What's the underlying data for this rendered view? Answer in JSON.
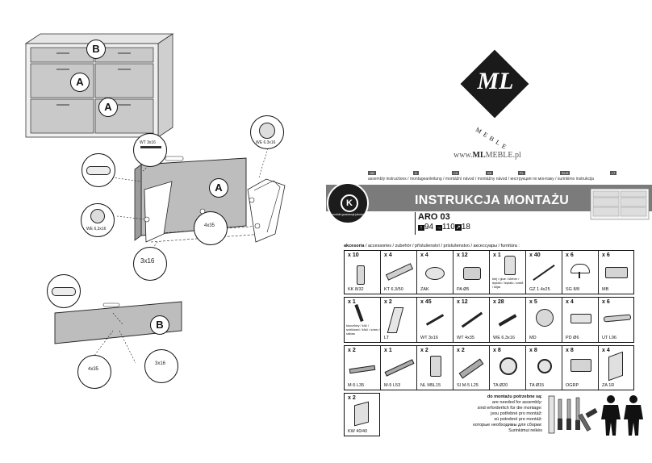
{
  "left": {
    "cabinet_labels": [
      "B",
      "A",
      "A"
    ],
    "panel_a_label": "A",
    "panel_b_label": "B",
    "screw_labels": {
      "wt3x16_top": "WT 3x16",
      "we63x16_top_right": "WE 6.3x16",
      "we63x16_left": "WE 6,3x16",
      "four_x35_mid": "4x35",
      "three_x16_mid": "3x16",
      "four_x35_bottom": "4x35",
      "three_x16_bottom": "3x16"
    }
  },
  "right": {
    "brand": {
      "logo_text": "ML",
      "meble_text": "MEBLE",
      "url_prefix": "www.",
      "url_bold": "ML",
      "url_suffix": "MEBLE.pl"
    },
    "languages": [
      "GB",
      "D",
      "CZ",
      "SK",
      "PL",
      "RUS",
      "LT"
    ],
    "language_line": "assembly instructions / montageanleitung / montážní návod / montážny návod / инструкция по монтажу / surinkimo instrukcija",
    "quality_badge": "produkt gwarancja jakości",
    "title": "INSTRUKCJA MONTAŻU",
    "model": "ARO 03",
    "dimensions": {
      "height": "94",
      "width": "110",
      "depth": "18"
    },
    "accessories_header_bold": "akcesoria",
    "accessories_header_rest": " / accessories / zubehör / příslušenství / príslušenstvo / аксессуары / furnitúra :",
    "row1": [
      {
        "qty": "x 10",
        "code": "KK 8/32"
      },
      {
        "qty": "x 4",
        "code": "KT 6.3/50"
      },
      {
        "qty": "x 4",
        "code": "ZAK"
      },
      {
        "qty": "x 12",
        "code": "PA Ø5"
      },
      {
        "qty": "x 1",
        "code": "klej / glue / kleber / lepidlo / lepidlo / клей / klijai"
      },
      {
        "qty": "x 40",
        "code": "GZ 1.4x25"
      },
      {
        "qty": "x 6",
        "code": "SG 8/8"
      },
      {
        "qty": "x 6",
        "code": "MB"
      }
    ],
    "row2": [
      {
        "qty": "x 1",
        "code": "klucz/key / klíč / schlüssel / kľúč / ключ / raktas"
      },
      {
        "qty": "x 2",
        "code": "LT"
      },
      {
        "qty": "x 45",
        "code": "WT 3x16"
      },
      {
        "qty": "x 12",
        "code": "WT 4x35"
      },
      {
        "qty": "x 28",
        "code": "WE 6.3x16"
      },
      {
        "qty": "x 5",
        "code": "MD"
      },
      {
        "qty": "x 4",
        "code": "PD Ø6"
      },
      {
        "qty": "x 6",
        "code": "UT L96"
      }
    ],
    "row3": [
      {
        "qty": "x 2",
        "code": "M-5 L35"
      },
      {
        "qty": "x 1",
        "code": "M-5 L53"
      },
      {
        "qty": "x 2",
        "code": "NL M5L15"
      },
      {
        "qty": "x 2",
        "code": "SI M-5 L25"
      },
      {
        "qty": "x 8",
        "code": "TA Ø20"
      },
      {
        "qty": "x 8",
        "code": "TA Ø15"
      },
      {
        "qty": "x 8",
        "code": "OGRP"
      },
      {
        "qty": "x 4",
        "code": "ZA 1R"
      }
    ],
    "row4": {
      "qty": "x 2",
      "code": "KW 40/40"
    },
    "needed": {
      "title": "do montażu potrzebne są:",
      "lines": [
        "are needed for assembly:",
        "sind erforderlich für die montage:",
        "jsou potřebné pro montáž:",
        "sú potrebné pre montáž:",
        "которые необходимы для сборки:",
        "Surinkimui reikės"
      ]
    }
  }
}
